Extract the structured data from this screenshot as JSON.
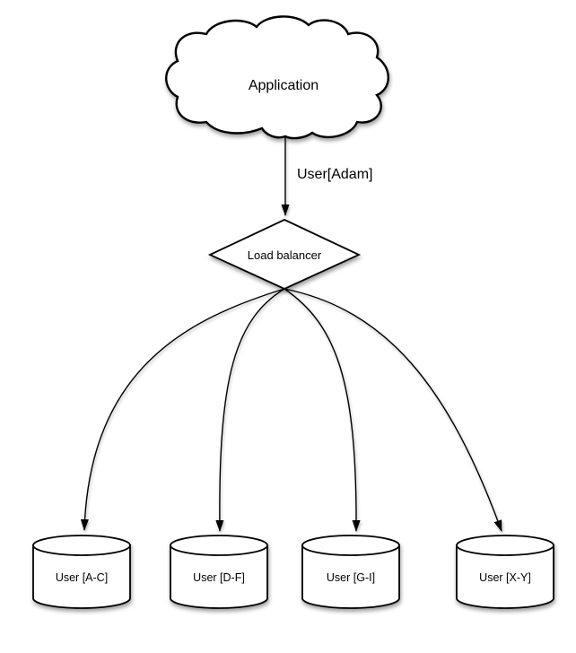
{
  "diagram": {
    "nodes": {
      "application": {
        "label": "Application",
        "shape": "cloud"
      },
      "load_balancer": {
        "label": "Load balancer",
        "shape": "diamond"
      }
    },
    "edge_label": "User[Adam]",
    "shards": [
      {
        "label": "User [A-C]",
        "shape": "cylinder"
      },
      {
        "label": "User [D-F]",
        "shape": "cylinder"
      },
      {
        "label": "User [G-I]",
        "shape": "cylinder"
      },
      {
        "label": "User [X-Y]",
        "shape": "cylinder"
      }
    ],
    "colors": {
      "stroke": "#000000",
      "fill": "#ffffff",
      "text": "#000000",
      "background": "#ffffff"
    }
  }
}
